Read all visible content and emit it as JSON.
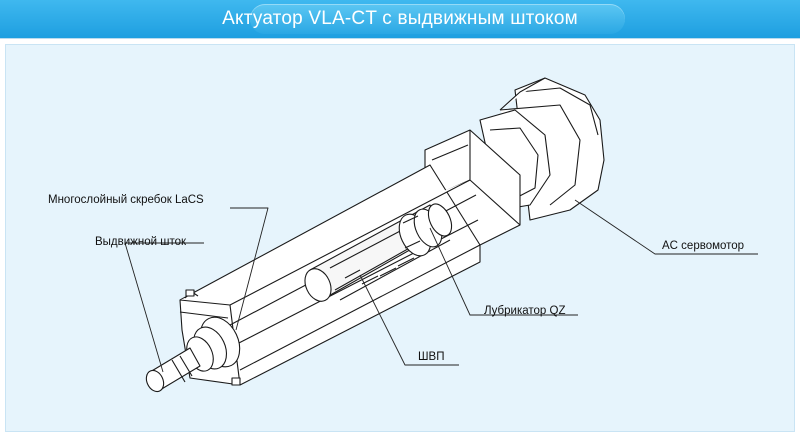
{
  "title": "Актуатор VLA-CT с выдвижным штоком",
  "labels": {
    "scraper": "Многослойный скребок LaCS",
    "rod": "Выдвижной шток",
    "servomotor": "AC сервомотор",
    "lubricator": "Лубрикатор QZ",
    "ballscrew": "ШВП"
  }
}
